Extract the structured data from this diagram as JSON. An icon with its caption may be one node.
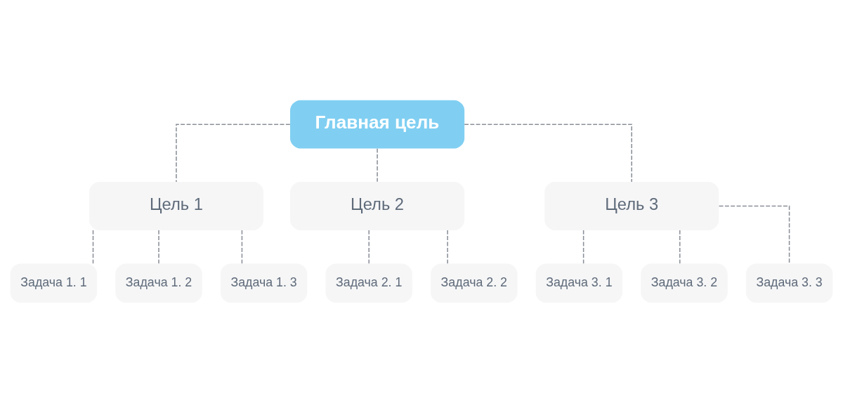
{
  "diagram": {
    "nodes": [
      {
        "text": [
          "Главная цель"
        ]
      },
      {
        "text": [
          "Цель 1"
        ]
      },
      {
        "text": [
          "Цель 2"
        ]
      },
      {
        "text": [
          "Цель 3"
        ]
      },
      {
        "text": [
          "Задача 1. 1"
        ]
      },
      {
        "text": [
          "Задача 1. 2"
        ]
      },
      {
        "text": [
          "Задача 1. 3"
        ]
      },
      {
        "text": [
          "Задача 2. 1"
        ]
      },
      {
        "text": [
          "Задача 2. 2"
        ]
      },
      {
        "text": [
          "Задача 3. 1"
        ]
      },
      {
        "text": [
          "Задача 3. 2"
        ]
      },
      {
        "text": [
          "Задача 3. 3"
        ]
      }
    ],
    "edges": [
      {
        "from": 0,
        "to": 1,
        "arrow": "none",
        "style": "dashed"
      },
      {
        "from": 0,
        "to": 2,
        "arrow": "none",
        "style": "dashed"
      },
      {
        "from": 0,
        "to": 3,
        "arrow": "none",
        "style": "dashed"
      },
      {
        "from": 1,
        "to": 4,
        "arrow": "none",
        "style": "dashed"
      },
      {
        "from": 1,
        "to": 5,
        "arrow": "none",
        "style": "dashed"
      },
      {
        "from": 1,
        "to": 6,
        "arrow": "none",
        "style": "dashed"
      },
      {
        "from": 2,
        "to": 7,
        "arrow": "none",
        "style": "dashed"
      },
      {
        "from": 2,
        "to": 8,
        "arrow": "none",
        "style": "dashed"
      },
      {
        "from": 3,
        "to": 9,
        "arrow": "none",
        "style": "dashed"
      },
      {
        "from": 3,
        "to": 10,
        "arrow": "none",
        "style": "dashed"
      },
      {
        "from": 3,
        "to": 11,
        "arrow": "none",
        "style": "dashed"
      }
    ]
  }
}
